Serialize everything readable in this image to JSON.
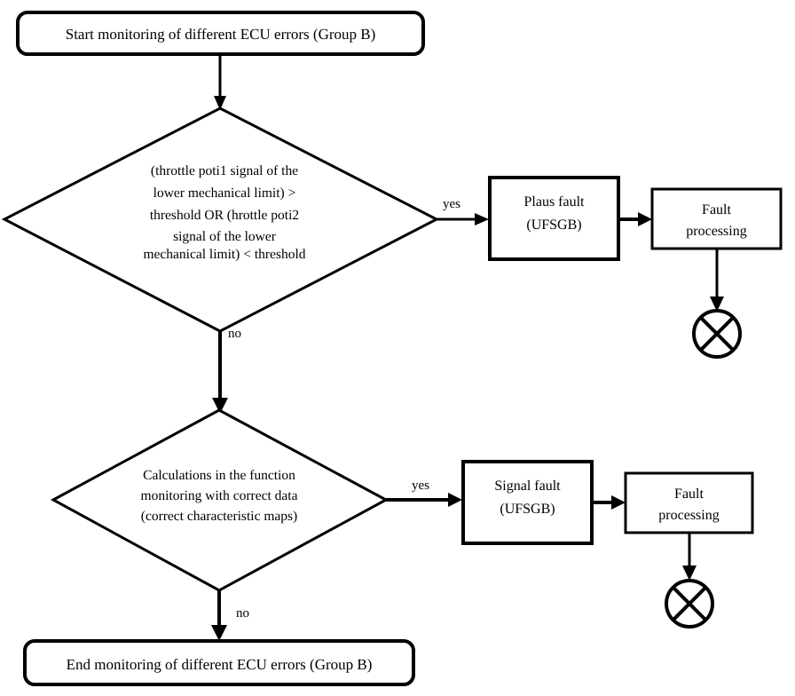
{
  "diagram": {
    "title": "ECU error monitoring flowchart (Group B)",
    "background_color": "#ffffff",
    "stroke_color": "#000000"
  },
  "nodes": {
    "start": {
      "type": "terminator",
      "label": "Start monitoring of different ECU errors (Group B)"
    },
    "decision_1": {
      "type": "decision",
      "lines": [
        "(throttle poti1 signal of the",
        "lower mechanical limit) >",
        "threshold OR (hrottle poti2",
        "signal of the lower",
        "mechanical limit) < threshold"
      ]
    },
    "plaus_fault": {
      "type": "process",
      "lines": [
        "Plaus fault",
        "(UFSGB)"
      ]
    },
    "fault_processing_1": {
      "type": "process",
      "lines": [
        "Fault",
        "processing"
      ]
    },
    "connector_1": {
      "type": "circle-x-terminator",
      "label": ""
    },
    "decision_2": {
      "type": "decision",
      "lines": [
        "Calculations in the function",
        "monitoring with correct data",
        "(correct characteristic maps)"
      ]
    },
    "signal_fault": {
      "type": "process",
      "lines": [
        "Signal fault",
        "(UFSGB)"
      ]
    },
    "fault_processing_2": {
      "type": "process",
      "lines": [
        "Fault",
        "processing"
      ]
    },
    "connector_2": {
      "type": "circle-x-terminator",
      "label": ""
    },
    "end": {
      "type": "terminator",
      "label": "End monitoring of different ECU errors (Group B)"
    }
  },
  "edge_labels": {
    "decision_1_yes": "yes",
    "decision_1_no": "no",
    "decision_2_yes": "yes",
    "decision_2_no": "no"
  }
}
